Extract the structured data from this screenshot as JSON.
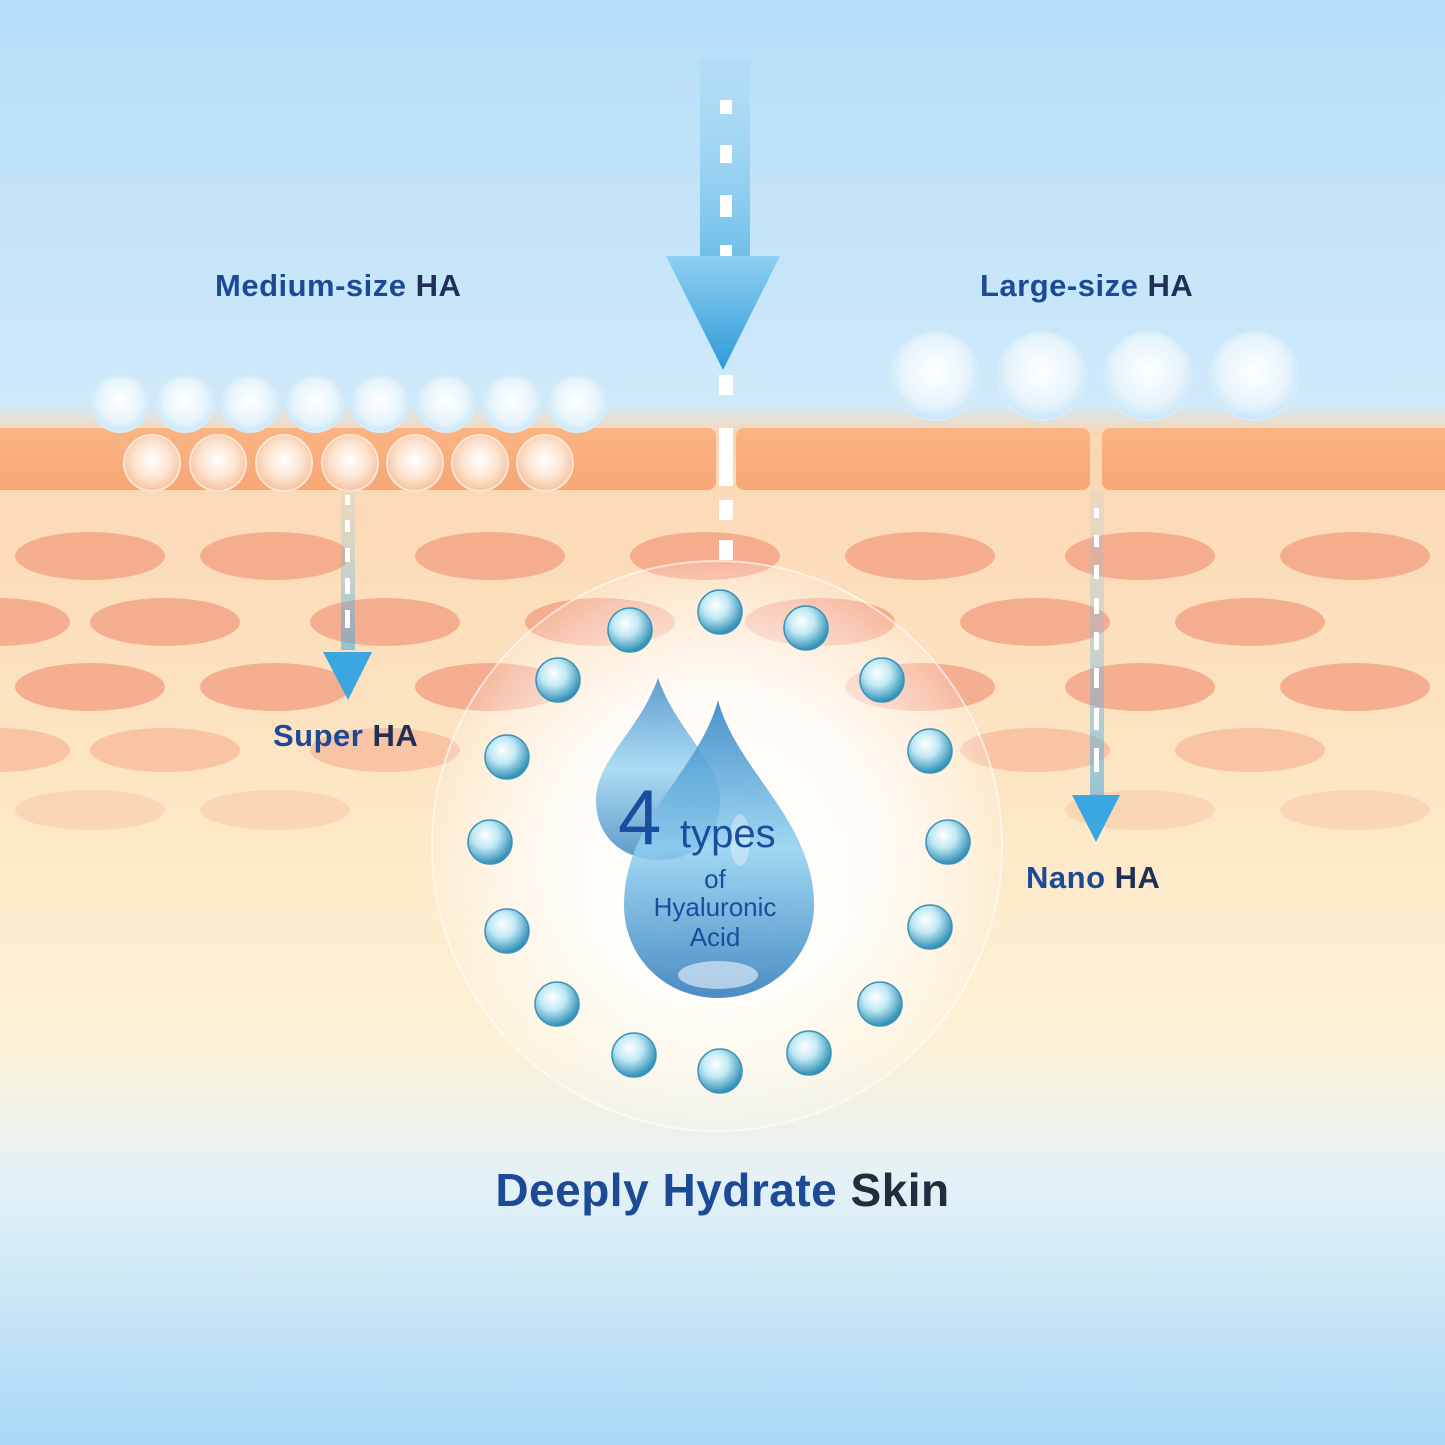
{
  "labels": {
    "medium": {
      "name": "Medium-size",
      "suffix": "HA"
    },
    "large": {
      "name": "Large-size",
      "suffix": "HA"
    },
    "super": {
      "name": "Super",
      "suffix": "HA"
    },
    "nano": {
      "name": "Nano",
      "suffix": "HA"
    }
  },
  "center": {
    "number": "4",
    "types": "types",
    "of": "of",
    "hyaluronic": "Hyaluronic",
    "acid": "Acid"
  },
  "headline": {
    "highlight": "Deeply Hydrate",
    "rest": "Skin"
  },
  "colors": {
    "label_blue": "#1d4a96",
    "arrow_blue": "#3aa7e0",
    "skin_top": "#f9b07a",
    "skin_cell": "#f4a587",
    "sky": "#bfe3f8"
  },
  "icons": [
    "water-drop-icon",
    "down-arrow-icon",
    "bubble-icon"
  ]
}
